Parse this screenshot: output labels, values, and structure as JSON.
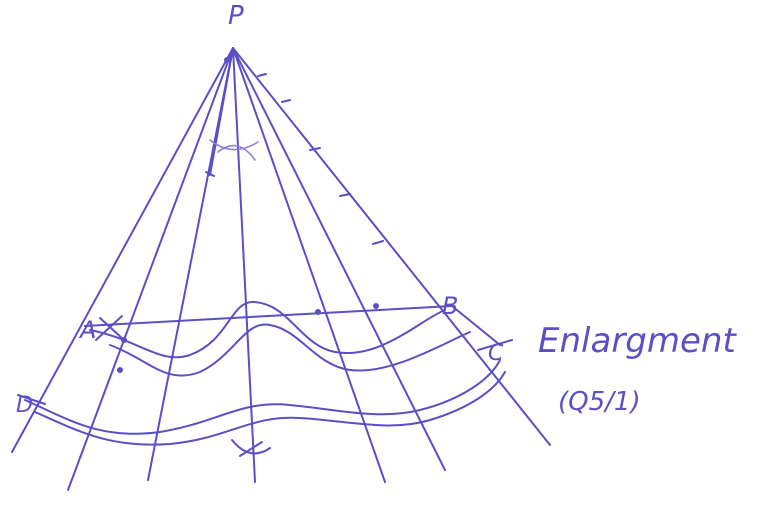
{
  "ink_color": "#5a4fc4",
  "ink_light": "#8a80e0",
  "background": "#ffffff",
  "labels": {
    "apex": "P",
    "point_a": "A",
    "point_b": "B",
    "point_c": "C",
    "point_d": "D",
    "caption": "Enlargment",
    "caption_note": "(Q5/1)"
  }
}
